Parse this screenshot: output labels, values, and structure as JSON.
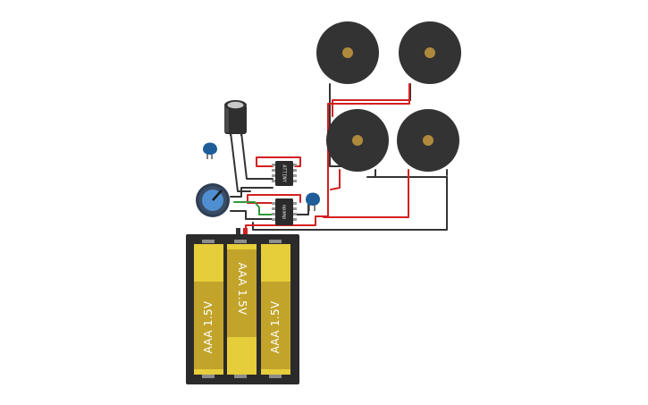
{
  "chips": {
    "attiny": "ATTINY",
    "opamp": "opamp"
  },
  "battery": {
    "cell_left": "AAA 1.5V",
    "cell_middle": "AAA 1.5V",
    "cell_right": "AAA 1.5V"
  },
  "colors": {
    "wire_red": "#d32020",
    "wire_black": "#333333",
    "wire_green": "#2e9b3a",
    "buzzer_body": "#333333",
    "buzzer_center": "#b08a3c",
    "battery_case": "#2b2b2b",
    "cell_yellow": "#e6cd3a",
    "cell_gold": "#c2a42b",
    "capacitor_blue": "#1f5d99",
    "pot_blue": "#4f8ed1"
  },
  "icons": {
    "buzzer": "piezo-buzzer-icon",
    "capacitor": "ceramic-capacitor-icon",
    "electrolytic": "electrolytic-capacitor-icon",
    "potentiometer": "potentiometer-icon",
    "battery": "battery-holder-icon"
  }
}
